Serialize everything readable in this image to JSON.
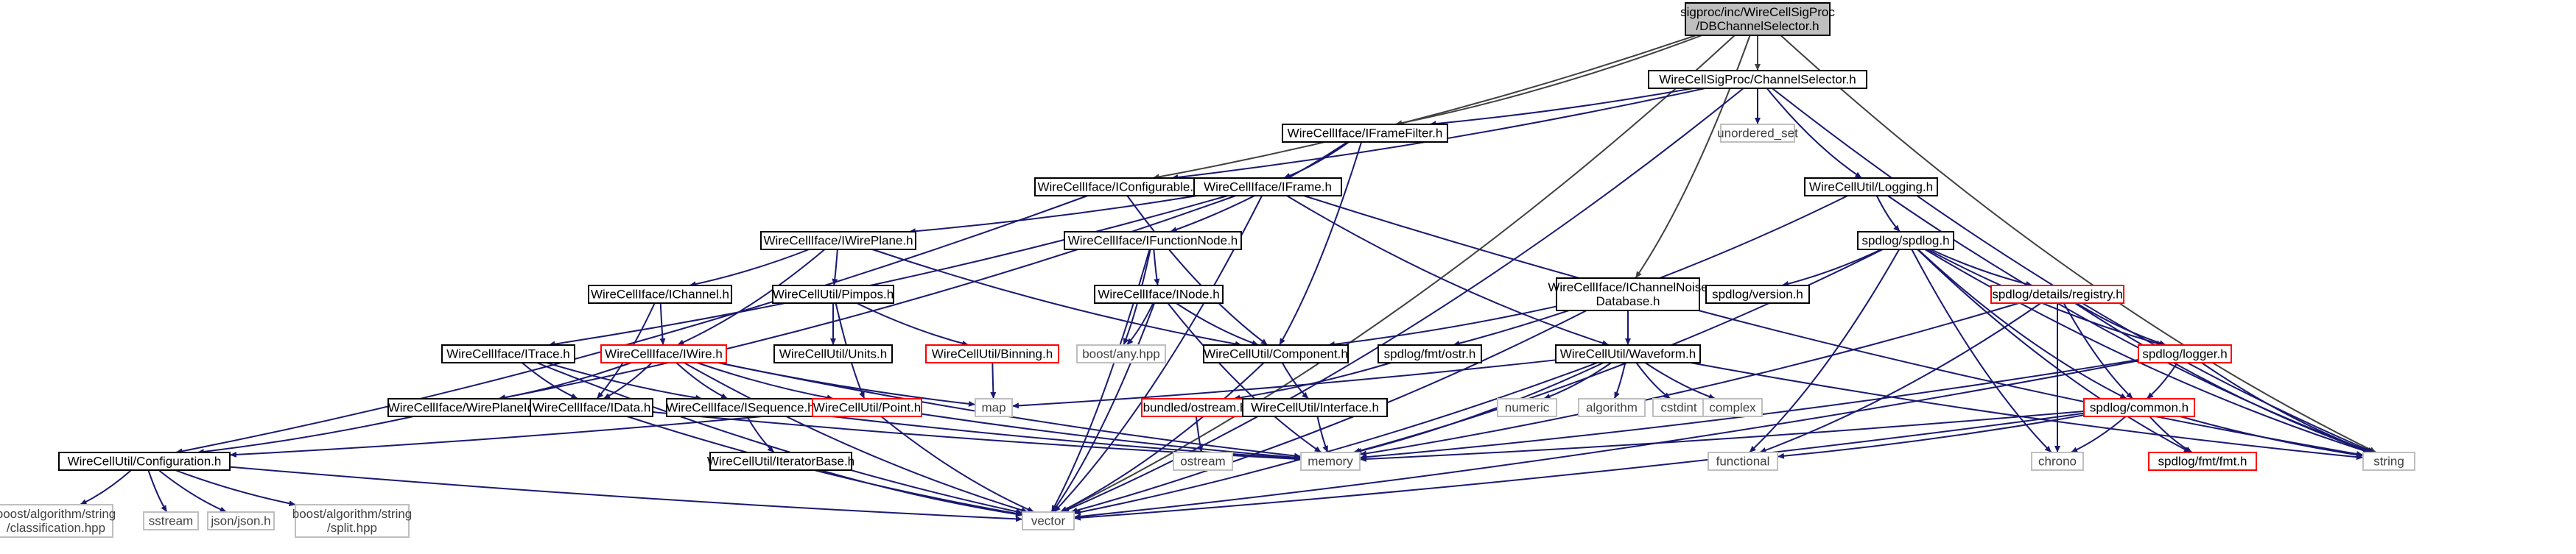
{
  "diagram": {
    "type": "include-dependency-graph",
    "colors": {
      "edge": "#191970",
      "root_edge": "#404040",
      "root_fill": "#bfbfbf",
      "normal_border": "#000000",
      "truncated_border": "#ff0000",
      "system_border": "#bfbfbf",
      "system_text": "#404040",
      "normal_text": "#000000"
    },
    "nodes": [
      {
        "id": "root",
        "kind": "root",
        "lines": [
          "sigproc/inc/WireCellSigProc",
          "/DBChannelSelector.h"
        ]
      },
      {
        "id": "chsel",
        "kind": "normal",
        "lines": [
          "WireCellSigProc/ChannelSelector.h"
        ]
      },
      {
        "id": "iframefilter",
        "kind": "normal",
        "lines": [
          "WireCellIface/IFrameFilter.h"
        ]
      },
      {
        "id": "unordered_set",
        "kind": "system",
        "lines": [
          "unordered_set"
        ]
      },
      {
        "id": "iconfigurable",
        "kind": "normal",
        "lines": [
          "WireCellIface/IConfigurable.h"
        ]
      },
      {
        "id": "iframe",
        "kind": "normal",
        "lines": [
          "WireCellIface/IFrame.h"
        ]
      },
      {
        "id": "logging",
        "kind": "normal",
        "lines": [
          "WireCellUtil/Logging.h"
        ]
      },
      {
        "id": "iwireplane",
        "kind": "normal",
        "lines": [
          "WireCellIface/IWirePlane.h"
        ]
      },
      {
        "id": "ifunctionnode",
        "kind": "normal",
        "lines": [
          "WireCellIface/IFunctionNode.h"
        ]
      },
      {
        "id": "spdlog",
        "kind": "normal",
        "lines": [
          "spdlog/spdlog.h"
        ]
      },
      {
        "id": "ichannel",
        "kind": "normal",
        "lines": [
          "WireCellIface/IChannel.h"
        ]
      },
      {
        "id": "pimpos",
        "kind": "normal",
        "lines": [
          "WireCellUtil/Pimpos.h"
        ]
      },
      {
        "id": "inode",
        "kind": "normal",
        "lines": [
          "WireCellIface/INode.h"
        ]
      },
      {
        "id": "ichnoisedb",
        "kind": "normal",
        "lines": [
          "WireCellIface/IChannelNoise",
          "Database.h"
        ]
      },
      {
        "id": "spdlogversion",
        "kind": "normal",
        "lines": [
          "spdlog/version.h"
        ]
      },
      {
        "id": "registry",
        "kind": "truncated",
        "lines": [
          "spdlog/details/registry.h"
        ]
      },
      {
        "id": "itrace",
        "kind": "normal",
        "lines": [
          "WireCellIface/ITrace.h"
        ]
      },
      {
        "id": "iwire",
        "kind": "truncated",
        "lines": [
          "WireCellIface/IWire.h"
        ]
      },
      {
        "id": "units",
        "kind": "normal",
        "lines": [
          "WireCellUtil/Units.h"
        ]
      },
      {
        "id": "binning",
        "kind": "truncated",
        "lines": [
          "WireCellUtil/Binning.h"
        ]
      },
      {
        "id": "boostany",
        "kind": "system",
        "lines": [
          "boost/any.hpp"
        ]
      },
      {
        "id": "component",
        "kind": "normal",
        "lines": [
          "WireCellUtil/Component.h"
        ]
      },
      {
        "id": "ostr",
        "kind": "normal",
        "lines": [
          "spdlog/fmt/ostr.h"
        ]
      },
      {
        "id": "waveform",
        "kind": "normal",
        "lines": [
          "WireCellUtil/Waveform.h"
        ]
      },
      {
        "id": "logger",
        "kind": "truncated",
        "lines": [
          "spdlog/logger.h"
        ]
      },
      {
        "id": "iwireplaneid",
        "kind": "normal",
        "lines": [
          "WireCellIface/WirePlaneId.h"
        ]
      },
      {
        "id": "idata",
        "kind": "normal",
        "lines": [
          "WireCellIface/IData.h"
        ]
      },
      {
        "id": "isequence",
        "kind": "normal",
        "lines": [
          "WireCellIface/ISequence.h"
        ]
      },
      {
        "id": "point",
        "kind": "truncated",
        "lines": [
          "WireCellUtil/Point.h"
        ]
      },
      {
        "id": "map",
        "kind": "system",
        "lines": [
          "map"
        ]
      },
      {
        "id": "bundledostream",
        "kind": "truncated",
        "lines": [
          "bundled/ostream.h"
        ]
      },
      {
        "id": "interface",
        "kind": "normal",
        "lines": [
          "WireCellUtil/Interface.h"
        ]
      },
      {
        "id": "numeric",
        "kind": "system",
        "lines": [
          "numeric"
        ]
      },
      {
        "id": "algorithm",
        "kind": "system",
        "lines": [
          "algorithm"
        ]
      },
      {
        "id": "cstdint",
        "kind": "system",
        "lines": [
          "cstdint"
        ]
      },
      {
        "id": "complex",
        "kind": "system",
        "lines": [
          "complex"
        ]
      },
      {
        "id": "common",
        "kind": "truncated",
        "lines": [
          "spdlog/common.h"
        ]
      },
      {
        "id": "configuration",
        "kind": "normal",
        "lines": [
          "WireCellUtil/Configuration.h"
        ]
      },
      {
        "id": "iteratorbase",
        "kind": "normal",
        "lines": [
          "WireCellUtil/IteratorBase.h"
        ]
      },
      {
        "id": "memory",
        "kind": "system",
        "lines": [
          "memory"
        ]
      },
      {
        "id": "ostream",
        "kind": "system",
        "lines": [
          "ostream"
        ]
      },
      {
        "id": "functional",
        "kind": "system",
        "lines": [
          "functional"
        ]
      },
      {
        "id": "chrono",
        "kind": "system",
        "lines": [
          "chrono"
        ]
      },
      {
        "id": "fmt",
        "kind": "truncated",
        "lines": [
          "spdlog/fmt/fmt.h"
        ]
      },
      {
        "id": "string",
        "kind": "system",
        "lines": [
          "string"
        ]
      },
      {
        "id": "classification",
        "kind": "system",
        "lines": [
          "boost/algorithm/string",
          "/classification.hpp"
        ]
      },
      {
        "id": "sstream",
        "kind": "system",
        "lines": [
          "sstream"
        ]
      },
      {
        "id": "json",
        "kind": "system",
        "lines": [
          "json/json.h"
        ]
      },
      {
        "id": "split",
        "kind": "system",
        "lines": [
          "boost/algorithm/string",
          "/split.hpp"
        ]
      },
      {
        "id": "vector",
        "kind": "system",
        "lines": [
          "vector"
        ]
      }
    ],
    "edges": [
      [
        "root",
        "chsel"
      ],
      [
        "root",
        "iframefilter"
      ],
      [
        "root",
        "iconfigurable"
      ],
      [
        "root",
        "ichnoisedb"
      ],
      [
        "root",
        "string"
      ],
      [
        "root",
        "vector"
      ],
      [
        "chsel",
        "iframefilter"
      ],
      [
        "chsel",
        "iconfigurable"
      ],
      [
        "chsel",
        "unordered_set"
      ],
      [
        "chsel",
        "logging"
      ],
      [
        "chsel",
        "string"
      ],
      [
        "chsel",
        "vector"
      ],
      [
        "iframefilter",
        "iframe"
      ],
      [
        "iframefilter",
        "ifunctionnode"
      ],
      [
        "iframefilter",
        "component"
      ],
      [
        "iconfigurable",
        "component"
      ],
      [
        "iconfigurable",
        "configuration"
      ],
      [
        "iframe",
        "iwireplane"
      ],
      [
        "iframe",
        "itrace"
      ],
      [
        "iframe",
        "iwireplaneid"
      ],
      [
        "iframe",
        "waveform"
      ],
      [
        "iframe",
        "string"
      ],
      [
        "iframe",
        "vector"
      ],
      [
        "logging",
        "spdlog"
      ],
      [
        "logging",
        "ostr"
      ],
      [
        "logging",
        "string"
      ],
      [
        "iwireplane",
        "ichannel"
      ],
      [
        "iwireplane",
        "iwire"
      ],
      [
        "iwireplane",
        "pimpos"
      ],
      [
        "iwireplane",
        "component"
      ],
      [
        "ifunctionnode",
        "inode"
      ],
      [
        "ifunctionnode",
        "boostany"
      ],
      [
        "ifunctionnode",
        "vector"
      ],
      [
        "spdlog",
        "spdlogversion"
      ],
      [
        "spdlog",
        "registry"
      ],
      [
        "spdlog",
        "logger"
      ],
      [
        "spdlog",
        "common"
      ],
      [
        "spdlog",
        "memory"
      ],
      [
        "spdlog",
        "functional"
      ],
      [
        "spdlog",
        "chrono"
      ],
      [
        "spdlog",
        "string"
      ],
      [
        "ichannel",
        "iwire"
      ],
      [
        "ichannel",
        "idata"
      ],
      [
        "pimpos",
        "units"
      ],
      [
        "pimpos",
        "binning"
      ],
      [
        "pimpos",
        "point"
      ],
      [
        "inode",
        "component"
      ],
      [
        "inode",
        "boostany"
      ],
      [
        "inode",
        "memory"
      ],
      [
        "inode",
        "vector"
      ],
      [
        "ichnoisedb",
        "component"
      ],
      [
        "ichnoisedb",
        "waveform"
      ],
      [
        "ichnoisedb",
        "vector"
      ],
      [
        "registry",
        "logger"
      ],
      [
        "registry",
        "common"
      ],
      [
        "registry",
        "memory"
      ],
      [
        "registry",
        "functional"
      ],
      [
        "registry",
        "chrono"
      ],
      [
        "registry",
        "string"
      ],
      [
        "itrace",
        "idata"
      ],
      [
        "itrace",
        "isequence"
      ],
      [
        "itrace",
        "vector"
      ],
      [
        "iwire",
        "iwireplaneid"
      ],
      [
        "iwire",
        "idata"
      ],
      [
        "iwire",
        "isequence"
      ],
      [
        "iwire",
        "point"
      ],
      [
        "iwire",
        "map"
      ],
      [
        "iwire",
        "memory"
      ],
      [
        "iwire",
        "vector"
      ],
      [
        "binning",
        "map"
      ],
      [
        "component",
        "interface"
      ],
      [
        "component",
        "vector"
      ],
      [
        "ostr",
        "bundledostream"
      ],
      [
        "waveform",
        "map"
      ],
      [
        "waveform",
        "numeric"
      ],
      [
        "waveform",
        "algorithm"
      ],
      [
        "waveform",
        "cstdint"
      ],
      [
        "waveform",
        "complex"
      ],
      [
        "waveform",
        "memory"
      ],
      [
        "waveform",
        "string"
      ],
      [
        "waveform",
        "vector"
      ],
      [
        "logger",
        "common"
      ],
      [
        "logger",
        "memory"
      ],
      [
        "logger",
        "string"
      ],
      [
        "logger",
        "vector"
      ],
      [
        "iwireplaneid",
        "configuration"
      ],
      [
        "idata",
        "memory"
      ],
      [
        "idata",
        "vector"
      ],
      [
        "isequence",
        "iteratorbase"
      ],
      [
        "isequence",
        "memory"
      ],
      [
        "point",
        "configuration"
      ],
      [
        "point",
        "vector"
      ],
      [
        "point",
        "memory"
      ],
      [
        "bundledostream",
        "ostream"
      ],
      [
        "interface",
        "memory"
      ],
      [
        "common",
        "memory"
      ],
      [
        "common",
        "functional"
      ],
      [
        "common",
        "chrono"
      ],
      [
        "common",
        "string"
      ],
      [
        "common",
        "fmt"
      ],
      [
        "common",
        "vector"
      ],
      [
        "configuration",
        "classification"
      ],
      [
        "configuration",
        "sstream"
      ],
      [
        "configuration",
        "json"
      ],
      [
        "configuration",
        "split"
      ],
      [
        "configuration",
        "vector"
      ],
      [
        "iteratorbase",
        "vector"
      ],
      [
        "spdlog",
        "fmt"
      ]
    ]
  }
}
